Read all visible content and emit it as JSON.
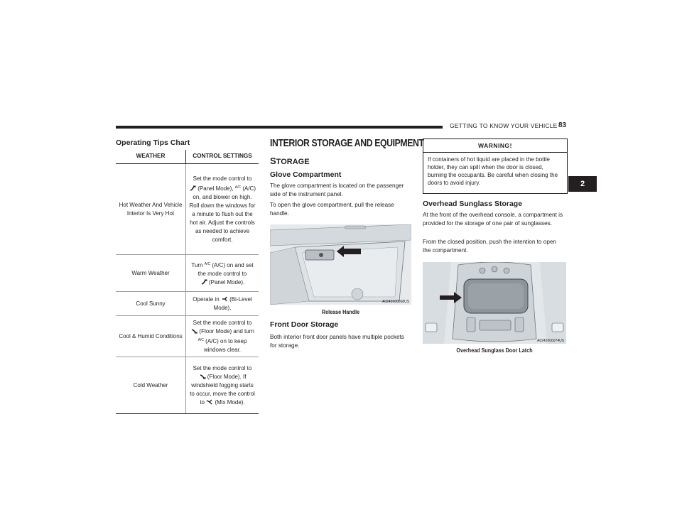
{
  "header": {
    "title": "GETTING TO KNOW YOUR VEHICLE",
    "page": "83"
  },
  "chapter_tab": "2",
  "chart": {
    "title": "Operating Tips Chart",
    "columns": [
      "WEATHER",
      "CONTROL SETTINGS"
    ],
    "rows": [
      {
        "weather": "Hot Weather And Vehicle Interior Is Very Hot",
        "control": [
          "Set the mode control to",
          "(Panel Mode),",
          "A/C",
          "(A/C) on, and blower on high. Roll down the windows for a minute to flush out the hot air. Adjust the controls as needed to achieve comfort."
        ]
      },
      {
        "weather": "Warm Weather",
        "control": [
          "Turn",
          "A/C",
          "(A/C) on and set the mode control to",
          "(Panel Mode)."
        ]
      },
      {
        "weather": "Cool Sunny",
        "control": [
          "Operate in",
          "(Bi-Level Mode)."
        ]
      },
      {
        "weather": "Cool & Humid Conditions",
        "control": [
          "Set the mode control to",
          "(Floor Mode) and turn",
          "A/C",
          "(A/C) on to keep windows clear."
        ]
      },
      {
        "weather": "Cold Weather",
        "control": [
          "Set the mode control to",
          "(Floor Mode). If windshield fogging starts to occur, move the control to",
          "(Mix Mode)."
        ]
      }
    ]
  },
  "section": {
    "title": "INTERIOR STORAGE AND EQUIPMENT",
    "subsection_first": "S",
    "subsection_rest": "TORAGE",
    "glove": {
      "heading": "Glove Compartment",
      "p1": "The glove compartment is located on the passenger side of the instrument panel.",
      "p2": "To open the glove compartment, pull the release handle.",
      "figure_id": "A0242000068US",
      "caption": "Release Handle"
    },
    "door": {
      "heading": "Front Door Storage",
      "p1": "Both interior front door panels have multiple pockets for storage."
    }
  },
  "warning": {
    "heading": "WARNING!",
    "text": "If containers of hot liquid are placed in the bottle holder, they can spill when the door is closed, burning the occupants. Be careful when closing the doors to avoid injury."
  },
  "sunglass": {
    "heading": "Overhead Sunglass Storage",
    "p1": "At the front of the overhead console, a compartment is provided for the storage of one pair of sunglasses.",
    "p2": "From the closed position, push the intention to open the compartment.",
    "figure_id": "A0242000074US",
    "caption": "Overhead Sunglass Door Latch"
  }
}
